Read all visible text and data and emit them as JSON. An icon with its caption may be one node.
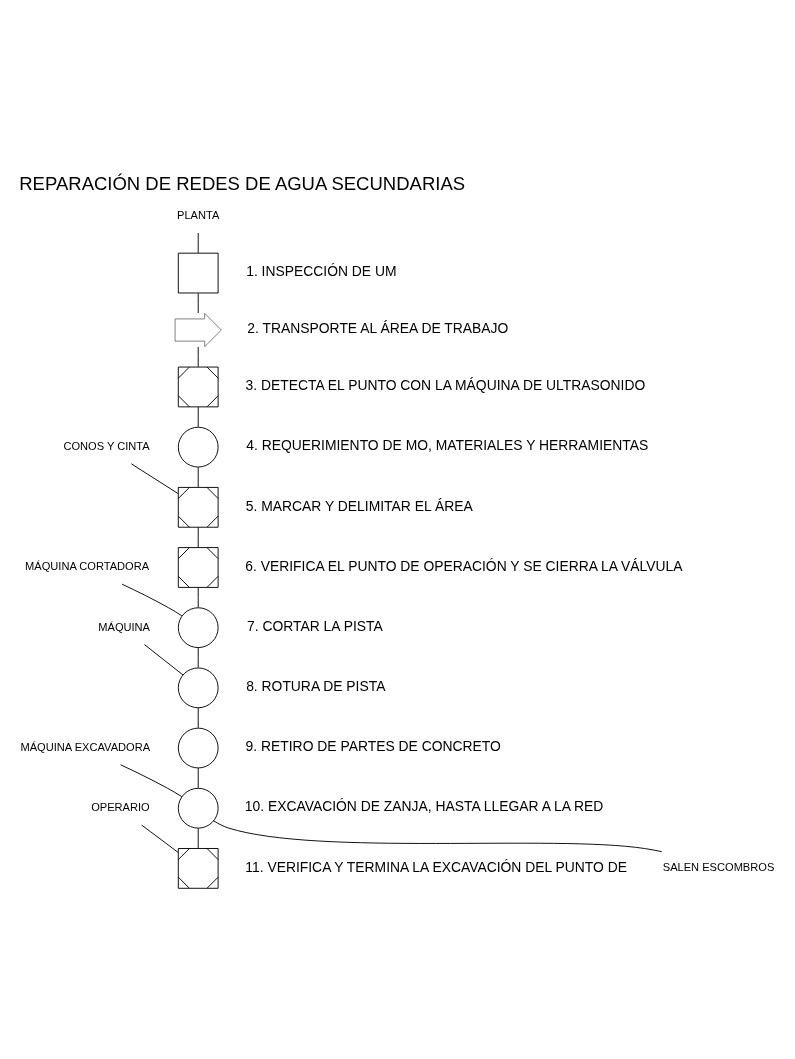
{
  "diagram": {
    "title": "REPARACIÓN DE REDES DE AGUA SECUNDARIAS",
    "nodes": [
      {
        "text": [
          "PLANTA"
        ]
      },
      {
        "text": [],
        "shape": "square",
        "beside": [
          "1. INSPECCIÓN DE UM"
        ]
      },
      {
        "text": [],
        "shape": "arrow",
        "beside": [
          "2. TRANSPORTE AL ÁREA DE TRABAJO"
        ]
      },
      {
        "text": [],
        "shape": "combined",
        "beside": [
          "3. DETECTA EL PUNTO CON LA MÁQUINA DE ULTRASONIDO"
        ]
      },
      {
        "text": [],
        "shape": "circle",
        "beside": [
          "4. REQUERIMIENTO DE MO, MATERIALES Y HERRAMIENTAS"
        ]
      },
      {
        "text": [
          "CONOS Y CINTA"
        ]
      },
      {
        "text": [],
        "shape": "combined",
        "beside": [
          "5. MARCAR Y DELIMITAR EL ÁREA"
        ]
      },
      {
        "text": [],
        "shape": "combined",
        "beside": [
          "6. VERIFICA EL PUNTO DE OPERACIÓN Y SE CIERRA LA VÁLVULA"
        ]
      },
      {
        "text": [
          "MÁQUINA CORTADORA"
        ]
      },
      {
        "text": [],
        "shape": "circle",
        "beside": [
          "7. CORTAR LA PISTA"
        ]
      },
      {
        "text": [
          "MÁQUINA"
        ]
      },
      {
        "text": [],
        "shape": "circle",
        "beside": [
          "8. ROTURA DE PISTA"
        ]
      },
      {
        "text": [],
        "shape": "circle",
        "beside": [
          "9. RETIRO DE PARTES DE CONCRETO"
        ]
      },
      {
        "text": [
          "MÁQUINA EXCAVADORA"
        ]
      },
      {
        "text": [],
        "shape": "circle",
        "beside": [
          "10. EXCAVACIÓN DE ZANJA, HASTA LLEGAR A LA RED"
        ]
      },
      {
        "text": [
          "OPERARIO"
        ]
      },
      {
        "text": [
          "SALEN ESCOMBROS"
        ]
      },
      {
        "text": [],
        "shape": "combined",
        "beside": [
          "11. VERIFICA Y TERMINA LA EXCAVACIÓN DEL PUNTO DE"
        ]
      }
    ],
    "edges": [
      {
        "from": 0,
        "to": 1,
        "arrow": "none"
      },
      {
        "from": 1,
        "to": 2,
        "arrow": "none"
      },
      {
        "from": 2,
        "to": 3,
        "arrow": "none"
      },
      {
        "from": 3,
        "to": 4,
        "arrow": "none"
      },
      {
        "from": 4,
        "to": 6,
        "arrow": "none"
      },
      {
        "from": 5,
        "to": 6,
        "arrow": "none"
      },
      {
        "from": 6,
        "to": 7,
        "arrow": "none"
      },
      {
        "from": 7,
        "to": 9,
        "arrow": "none"
      },
      {
        "from": 8,
        "to": 9,
        "arrow": "none"
      },
      {
        "from": 9,
        "to": 11,
        "arrow": "none"
      },
      {
        "from": 10,
        "to": 11,
        "arrow": "none"
      },
      {
        "from": 11,
        "to": 12,
        "arrow": "none"
      },
      {
        "from": 12,
        "to": 14,
        "arrow": "none"
      },
      {
        "from": 13,
        "to": 14,
        "arrow": "none"
      },
      {
        "from": 14,
        "to": 17,
        "arrow": "none"
      },
      {
        "from": 15,
        "to": 17,
        "arrow": "none"
      },
      {
        "from": 14,
        "to": 16,
        "arrow": "none"
      }
    ]
  }
}
